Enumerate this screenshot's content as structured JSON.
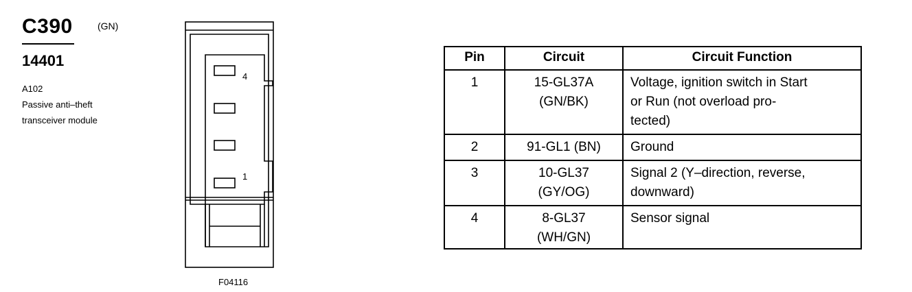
{
  "connector": {
    "id": "C390",
    "color": "(GN)",
    "part_number": "14401",
    "description_lines": [
      "A102",
      "Passive anti–theft",
      "transceiver module"
    ]
  },
  "figure_id": "F04116",
  "pin_labels": {
    "top": "4",
    "bottom": "1"
  },
  "table": {
    "headers": [
      "Pin",
      "Circuit",
      "Circuit Function"
    ],
    "rows": [
      {
        "pin": "1",
        "circuit": [
          "15-GL37A",
          "(GN/BK)"
        ],
        "function": [
          "Voltage, ignition switch in Start",
          "or Run (not overload pro-",
          "tected)"
        ]
      },
      {
        "pin": "2",
        "circuit": [
          "91-GL1 (BN)"
        ],
        "function": [
          "Ground"
        ]
      },
      {
        "pin": "3",
        "circuit": [
          "10-GL37",
          "(GY/OG)"
        ],
        "function": [
          "Signal 2 (Y–direction, reverse,",
          "downward)"
        ]
      },
      {
        "pin": "4",
        "circuit": [
          "8-GL37",
          "(WH/GN)"
        ],
        "function": [
          "Sensor signal"
        ]
      }
    ]
  }
}
